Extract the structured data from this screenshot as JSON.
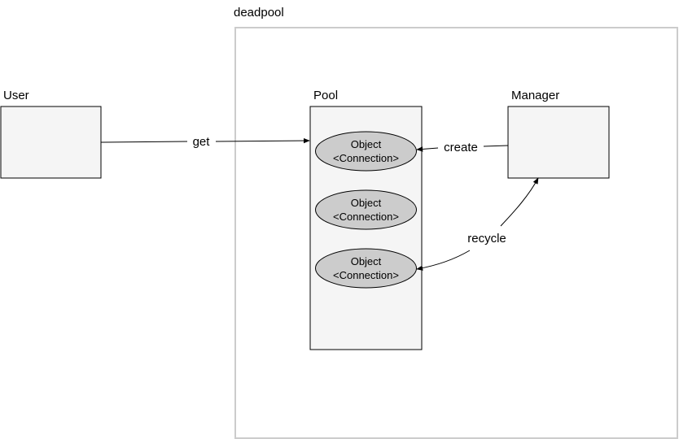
{
  "diagram": {
    "container_label": "deadpool",
    "user_label": "User",
    "pool_label": "Pool",
    "manager_label": "Manager",
    "objects": [
      {
        "line1": "Object",
        "line2": "<Connection>"
      },
      {
        "line1": "Object",
        "line2": "<Connection>"
      },
      {
        "line1": "Object",
        "line2": "<Connection>"
      }
    ],
    "edges": {
      "get": "get",
      "create": "create",
      "recycle": "recycle"
    },
    "colors": {
      "box_fill": "#f5f5f5",
      "box_stroke": "#000000",
      "container_stroke": "#cccccc",
      "object_fill": "#cccccc"
    }
  }
}
